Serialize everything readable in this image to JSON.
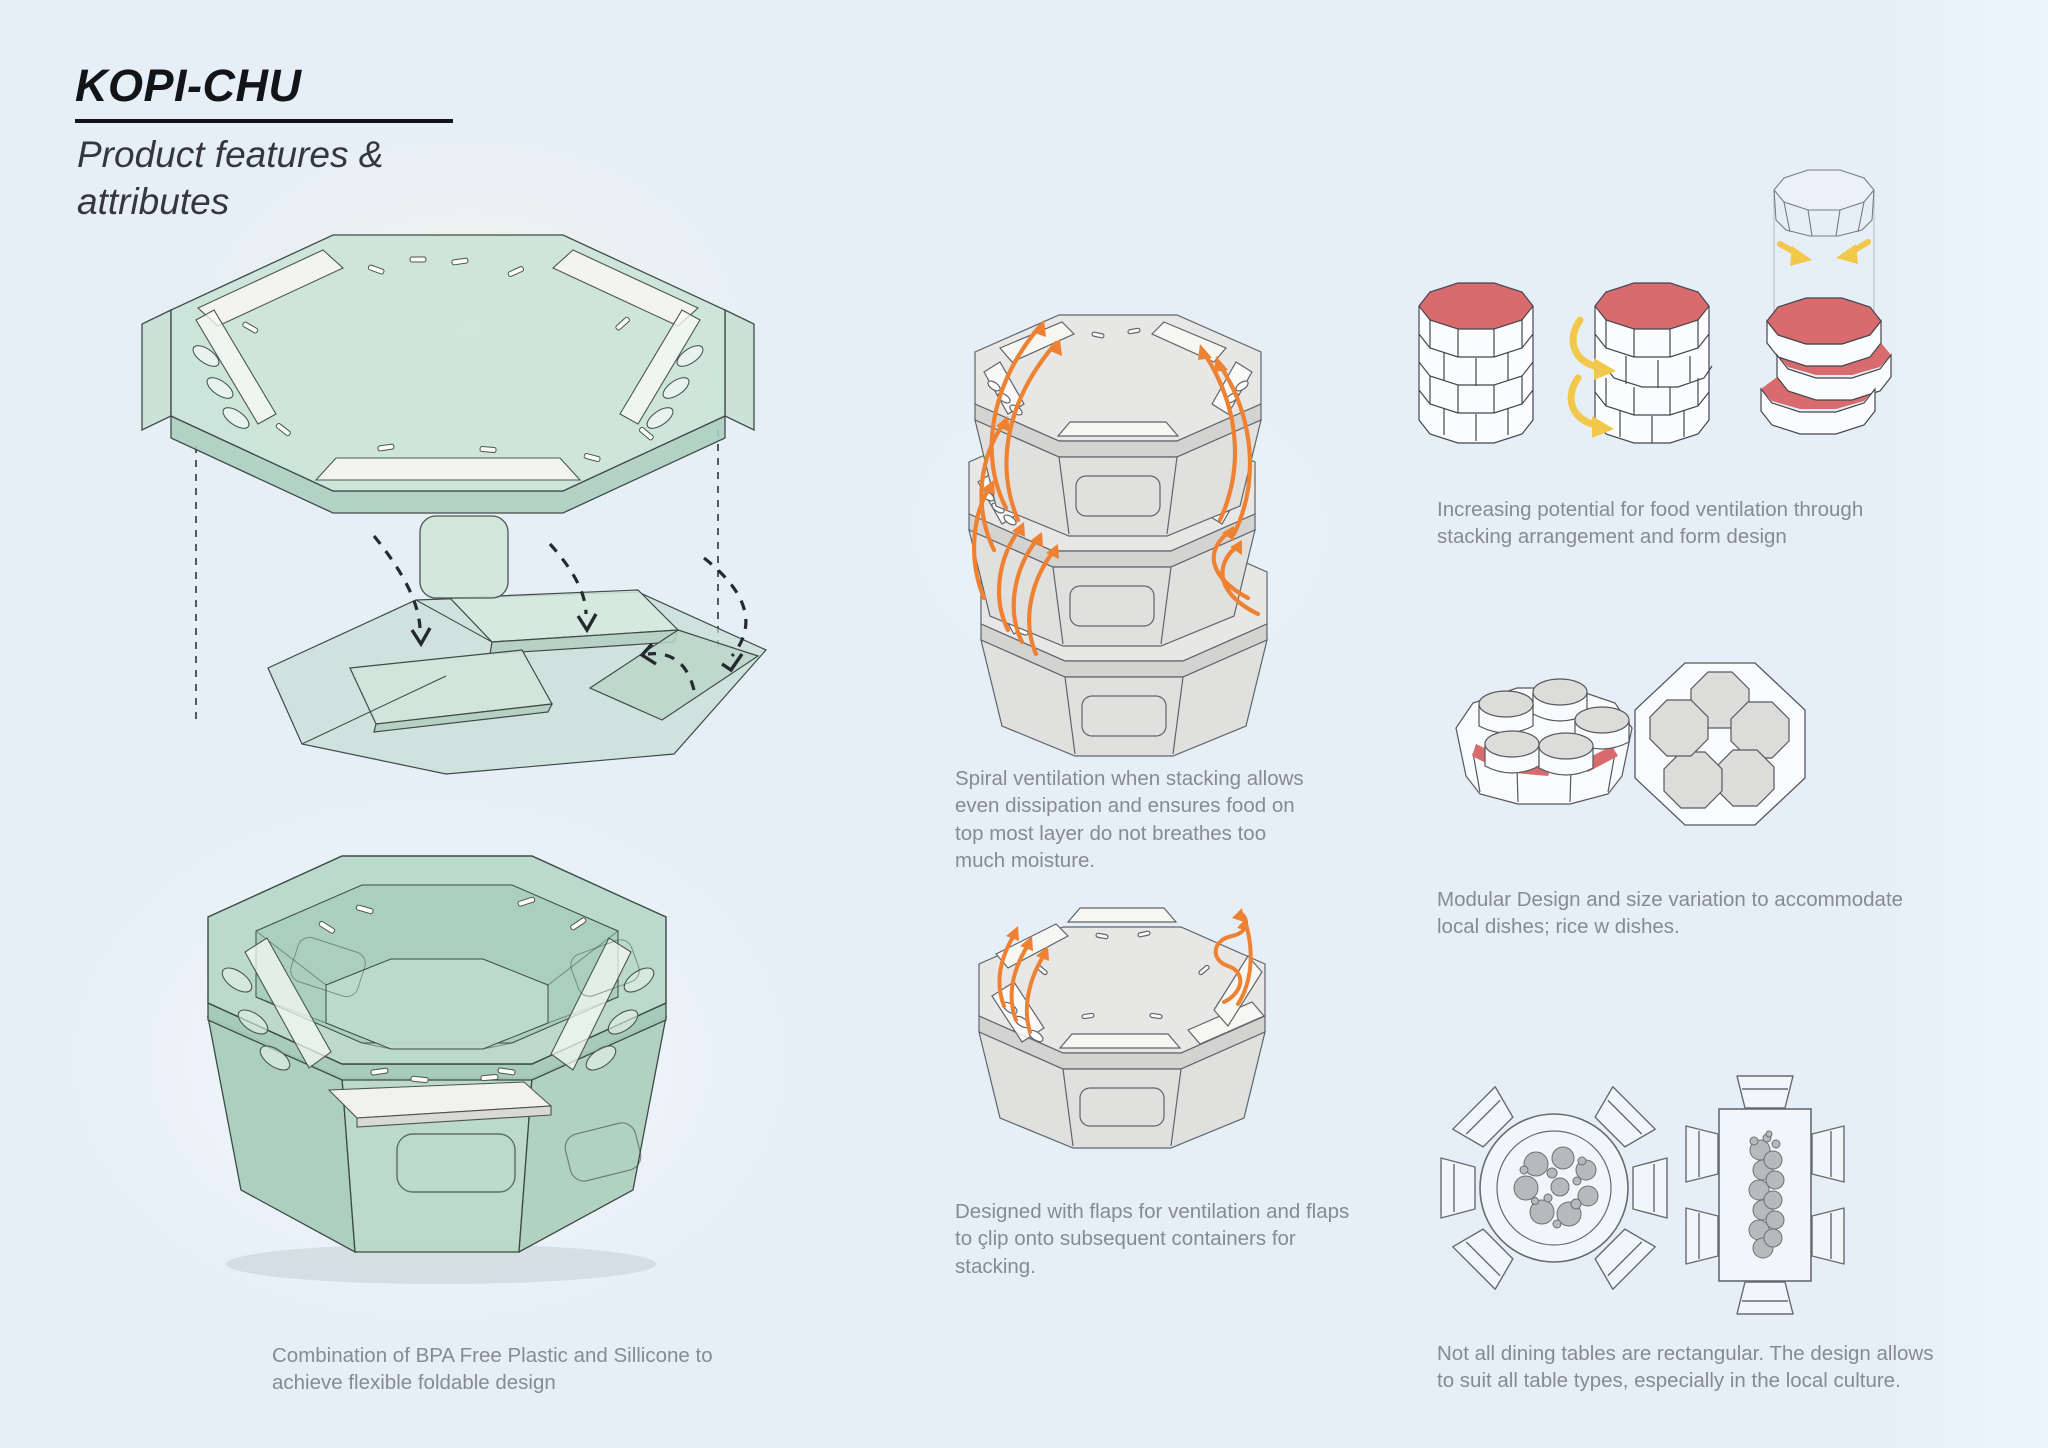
{
  "header": {
    "title": "KOPI-CHU",
    "subtitle": "Product features & attributes"
  },
  "captions": {
    "foldable": "Combination of BPA Free Plastic and Sillicone to achieve flexible foldable design",
    "spiral": "Spiral ventilation when stacking allows even dissipation and ensures food on top most layer do not breathes too much moisture.",
    "flaps": "Designed with flaps for ventilation and flaps to çlip onto subsequent containers for stacking.",
    "stacking": "Increasing potential for food ventilation through stacking arrangement and form design",
    "modular": "Modular Design and size variation to accommodate local dishes; rice w dishes.",
    "tables": "Not all dining tables are rectangular. The design allows to suit all table types, especially in the local culture."
  },
  "colors": {
    "background": "#e6eff7",
    "accent_orange": "#ef8133",
    "accent_red": "#d96a6d",
    "accent_yellow": "#f2c84b",
    "container_green": "#b7d6c4",
    "outline_gray": "#565b60",
    "caption_text": "#868b92",
    "title_text": "#121418"
  }
}
